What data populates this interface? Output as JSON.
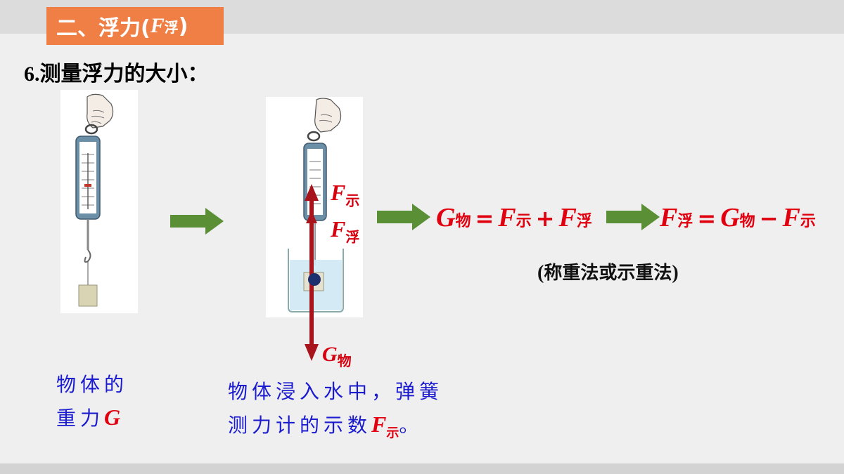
{
  "section": {
    "label": "二、浮力(",
    "symbol": "F",
    "subscript": "浮",
    "close": ")"
  },
  "heading": {
    "number": "6.",
    "text": "测量浮力的大小："
  },
  "labels": {
    "f_shi": {
      "symbol": "F",
      "sub": "示"
    },
    "f_fu": {
      "symbol": "F",
      "sub": "浮"
    },
    "g_wu": {
      "symbol": "G",
      "sub": "物"
    }
  },
  "formula1": {
    "g": "G",
    "g_sub": "物",
    "eq": "=",
    "f1": "F",
    "f1_sub": "示",
    "plus": "+",
    "f2": "F",
    "f2_sub": "浮"
  },
  "formula2": {
    "f": "F",
    "f_sub": "浮",
    "eq": "=",
    "g": "G",
    "g_sub": "物",
    "minus": "−",
    "f2": "F",
    "f2_sub": "示"
  },
  "method_note": {
    "open": "(",
    "text": "称重法或示重法",
    "close": ")"
  },
  "caption1": {
    "line1": "物体的",
    "line2": "重力",
    "symbol": "G"
  },
  "caption2": {
    "line1": "物体浸入水中，弹簧",
    "line2": "测力计的示数",
    "symbol": "F",
    "sub": "示",
    "end": "。"
  },
  "colors": {
    "accent_orange": "#ef7f45",
    "force_red": "#d6000f",
    "arrow_green": "#5a8f35",
    "caption_blue": "#1b1bd0",
    "arrow_dark_red": "#a8141c"
  }
}
